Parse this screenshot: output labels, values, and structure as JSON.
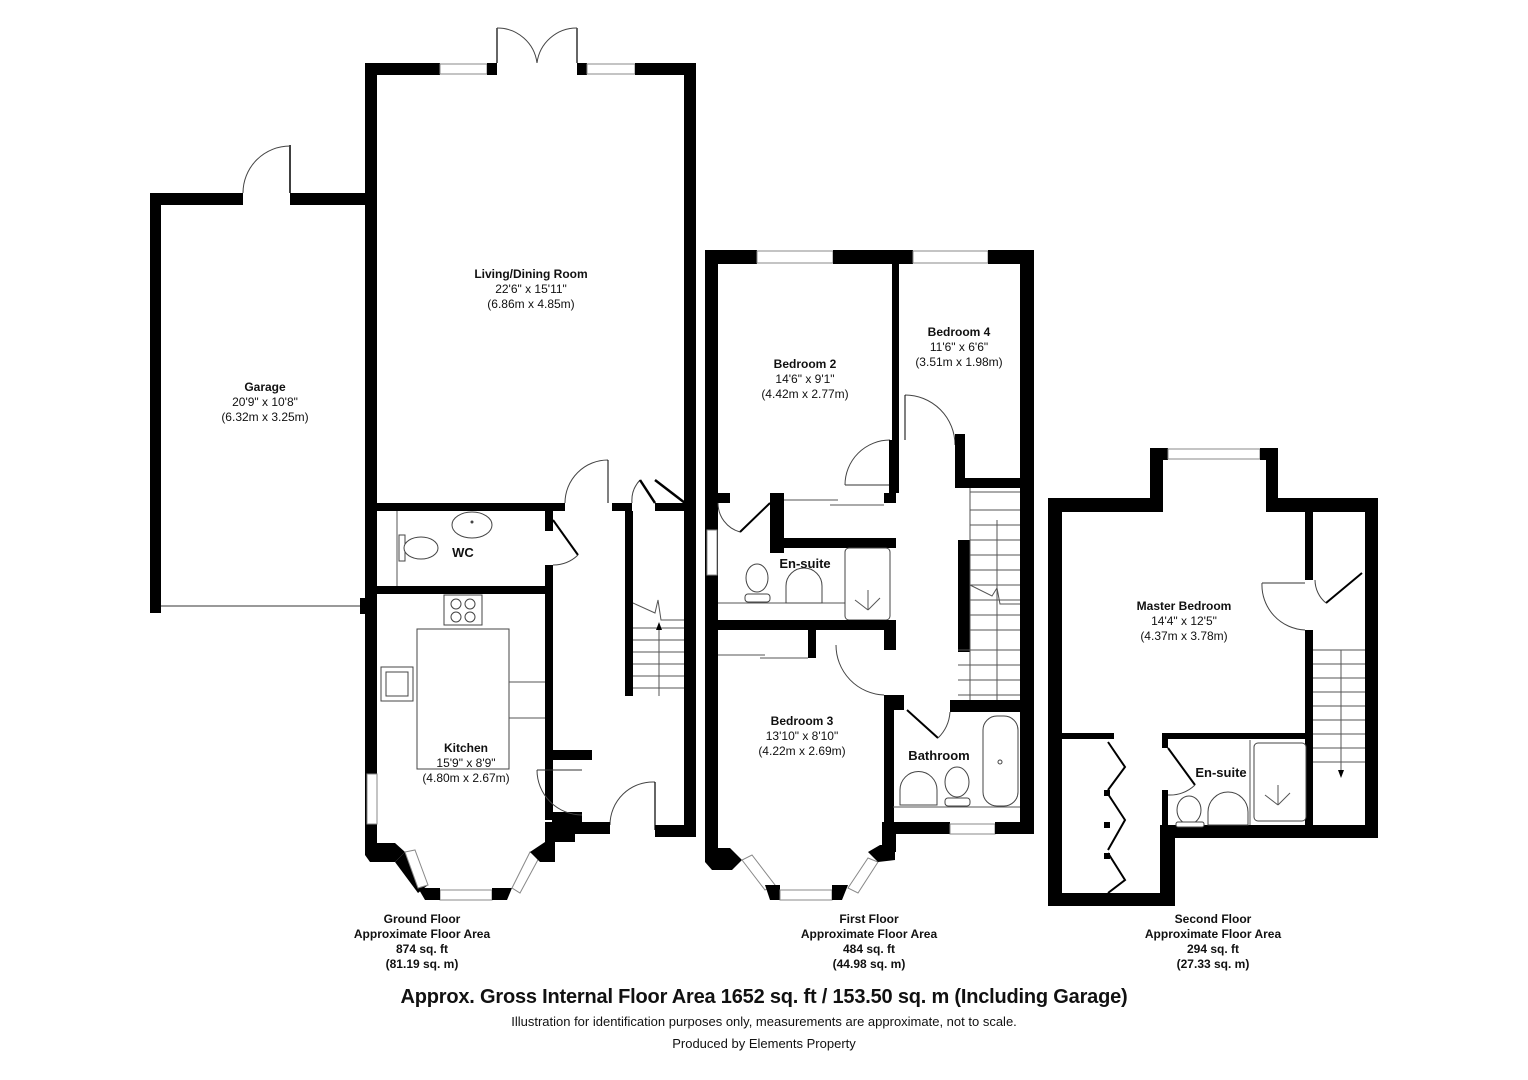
{
  "floors": [
    {
      "id": "ground",
      "caption": {
        "name": "Ground Floor",
        "area_label": "Approximate Floor Area",
        "sq_ft": "874 sq. ft",
        "sq_m": "(81.19 sq. m)"
      },
      "rooms": [
        {
          "name": "Garage",
          "imperial": "20'9\" x 10'8\"",
          "metric": "(6.32m x 3.25m)"
        },
        {
          "name": "Living/Dining Room",
          "imperial": "22'6\" x 15'11\"",
          "metric": "(6.86m x 4.85m)"
        },
        {
          "name": "WC"
        },
        {
          "name": "Kitchen",
          "imperial": "15'9\" x 8'9\"",
          "metric": "(4.80m x 2.67m)"
        }
      ]
    },
    {
      "id": "first",
      "caption": {
        "name": "First Floor",
        "area_label": "Approximate Floor Area",
        "sq_ft": "484 sq. ft",
        "sq_m": "(44.98 sq. m)"
      },
      "rooms": [
        {
          "name": "Bedroom 2",
          "imperial": "14'6\" x 9'1\"",
          "metric": "(4.42m x 2.77m)"
        },
        {
          "name": "Bedroom 4",
          "imperial": "11'6\" x 6'6\"",
          "metric": "(3.51m x 1.98m)"
        },
        {
          "name": "En-suite"
        },
        {
          "name": "Bedroom 3",
          "imperial": "13'10\" x 8'10\"",
          "metric": "(4.22m x 2.69m)"
        },
        {
          "name": "Bathroom"
        }
      ]
    },
    {
      "id": "second",
      "caption": {
        "name": "Second Floor",
        "area_label": "Approximate Floor Area",
        "sq_ft": "294 sq. ft",
        "sq_m": "(27.33 sq. m)"
      },
      "rooms": [
        {
          "name": "Master Bedroom",
          "imperial": "14'4\" x 12'5\"",
          "metric": "(4.37m x 3.78m)"
        },
        {
          "name": "En-suite"
        }
      ]
    }
  ],
  "footer": {
    "title": "Approx. Gross Internal Floor Area 1652 sq. ft / 153.50 sq. m (Including Garage)",
    "disclaimer": "Illustration for identification purposes only, measurements are approximate, not to scale.",
    "credit": "Produced by Elements Property"
  },
  "colors": {
    "wall": "#000000",
    "background": "#ffffff",
    "fixture_line": "#444444",
    "window": "#888888"
  }
}
